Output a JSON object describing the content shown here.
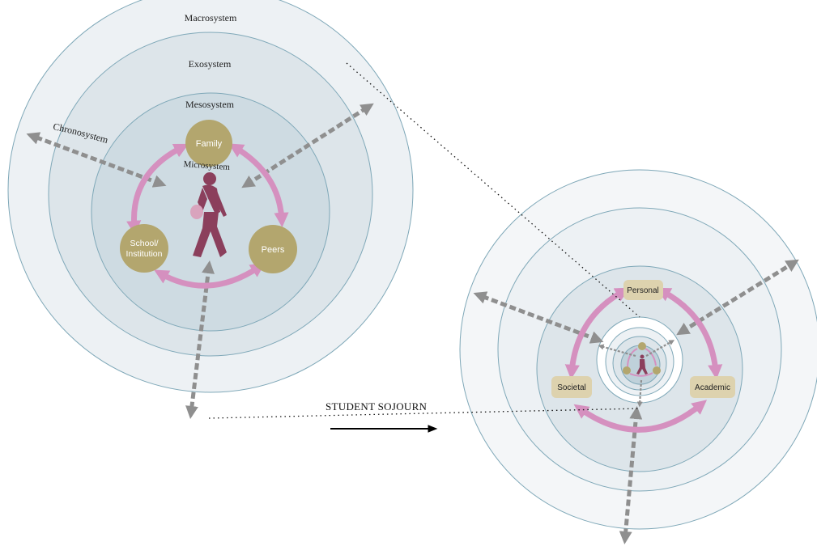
{
  "left_model": {
    "macrosystem": "Macrosystem",
    "exosystem": "Exosystem",
    "mesosystem": "Mesosystem",
    "microsystem": "Microsystem",
    "chronosystem": "Chronosystem",
    "nodes": {
      "family": "Family",
      "school_line1": "School/",
      "school_line2": "Institution",
      "peers": "Peers"
    }
  },
  "right_model": {
    "nodes": {
      "personal": "Personal",
      "societal": "Societal",
      "academic": "Academic"
    }
  },
  "transition_label": "STUDENT SOJOURN",
  "colors": {
    "macro_ring": "#edf1f4",
    "exo_ring": "#dde5ea",
    "meso_ring": "#cedbe2",
    "micro_ring": "#bfd1da",
    "ring_stroke": "#7fa8b8",
    "node_fill": "#b3a66e",
    "node_fill_light": "#ddd2ae",
    "pink_arrow": "#d590bf",
    "gray_arrow": "#8f8f8f",
    "figure": "#8b3f5c"
  }
}
